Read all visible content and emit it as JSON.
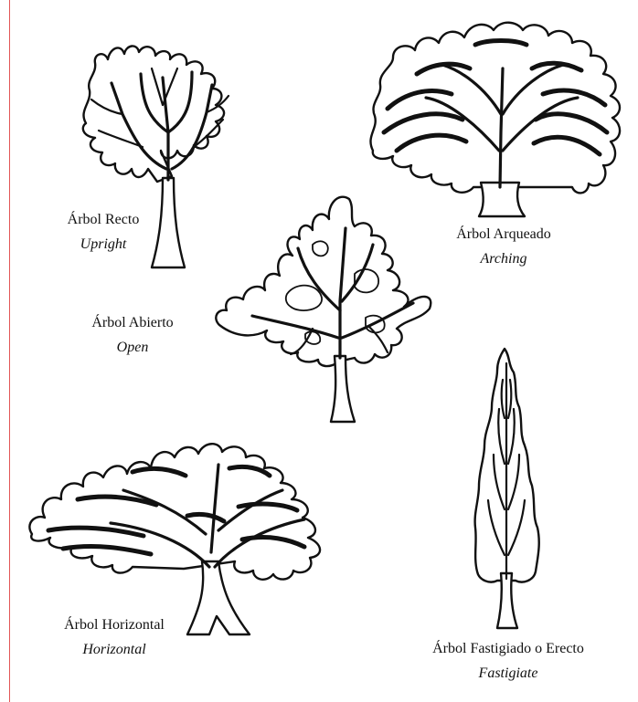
{
  "trees": [
    {
      "id": "upright",
      "label_es": "Árbol Recto",
      "label_en": "Upright"
    },
    {
      "id": "arching",
      "label_es": "Árbol Arqueado",
      "label_en": "Arching"
    },
    {
      "id": "open",
      "label_es": "Árbol Abierto",
      "label_en": "Open"
    },
    {
      "id": "horizontal",
      "label_es": "Árbol Horizontal",
      "label_en": "Horizontal"
    },
    {
      "id": "fastigiate",
      "label_es": "Árbol Fastigiado o Erecto",
      "label_en": "Fastigiate"
    }
  ]
}
